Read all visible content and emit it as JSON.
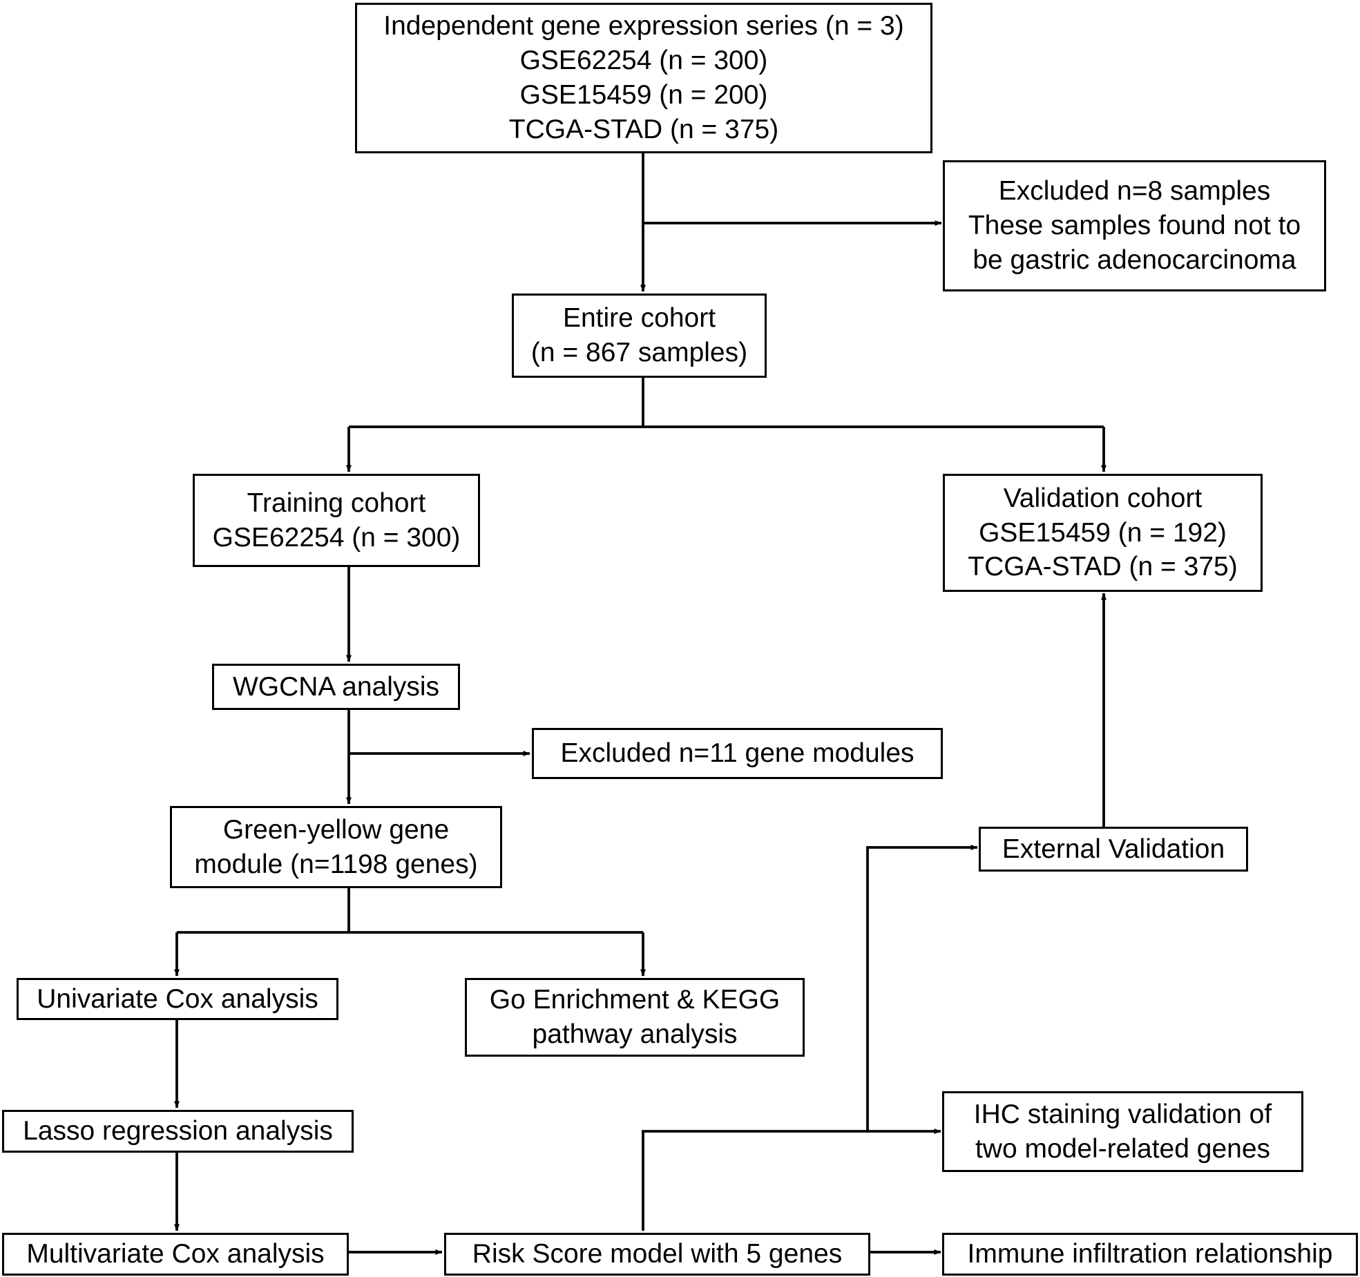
{
  "source_box": {
    "lines": [
      "Independent gene expression series (n = 3)",
      "GSE62254 (n = 300)",
      "GSE15459 (n = 200)",
      "TCGA-STAD (n = 375)"
    ]
  },
  "excluded_samples_box": {
    "lines": [
      "Excluded n=8 samples",
      "These samples found not to",
      "be gastric adenocarcinoma"
    ]
  },
  "entire_cohort_box": {
    "lines": [
      "Entire cohort",
      "(n = 867 samples)"
    ]
  },
  "training_cohort_box": {
    "lines": [
      "Training cohort",
      "GSE62254 (n = 300)"
    ]
  },
  "validation_cohort_box": {
    "lines": [
      "Validation cohort",
      "GSE15459 (n = 192)",
      "TCGA-STAD (n = 375)"
    ]
  },
  "wgcna_box": {
    "lines": [
      "WGCNA analysis"
    ]
  },
  "excluded_modules_box": {
    "lines": [
      "Excluded n=11 gene modules"
    ]
  },
  "green_yellow_box": {
    "lines": [
      "Green-yellow gene",
      "module (n=1198 genes)"
    ]
  },
  "external_validation_box": {
    "lines": [
      "External Validation"
    ]
  },
  "univariate_box": {
    "lines": [
      "Univariate Cox analysis"
    ]
  },
  "go_kegg_box": {
    "lines": [
      "Go Enrichment & KEGG",
      "pathway analysis"
    ]
  },
  "lasso_box": {
    "lines": [
      "Lasso regression analysis"
    ]
  },
  "ihc_box": {
    "lines": [
      "IHC staining validation of",
      "two model-related genes"
    ]
  },
  "multivariate_box": {
    "lines": [
      "Multivariate Cox analysis"
    ]
  },
  "risk_score_box": {
    "lines": [
      "Risk Score model with 5 genes"
    ]
  },
  "immune_box": {
    "lines": [
      "Immune infiltration relationship"
    ]
  }
}
